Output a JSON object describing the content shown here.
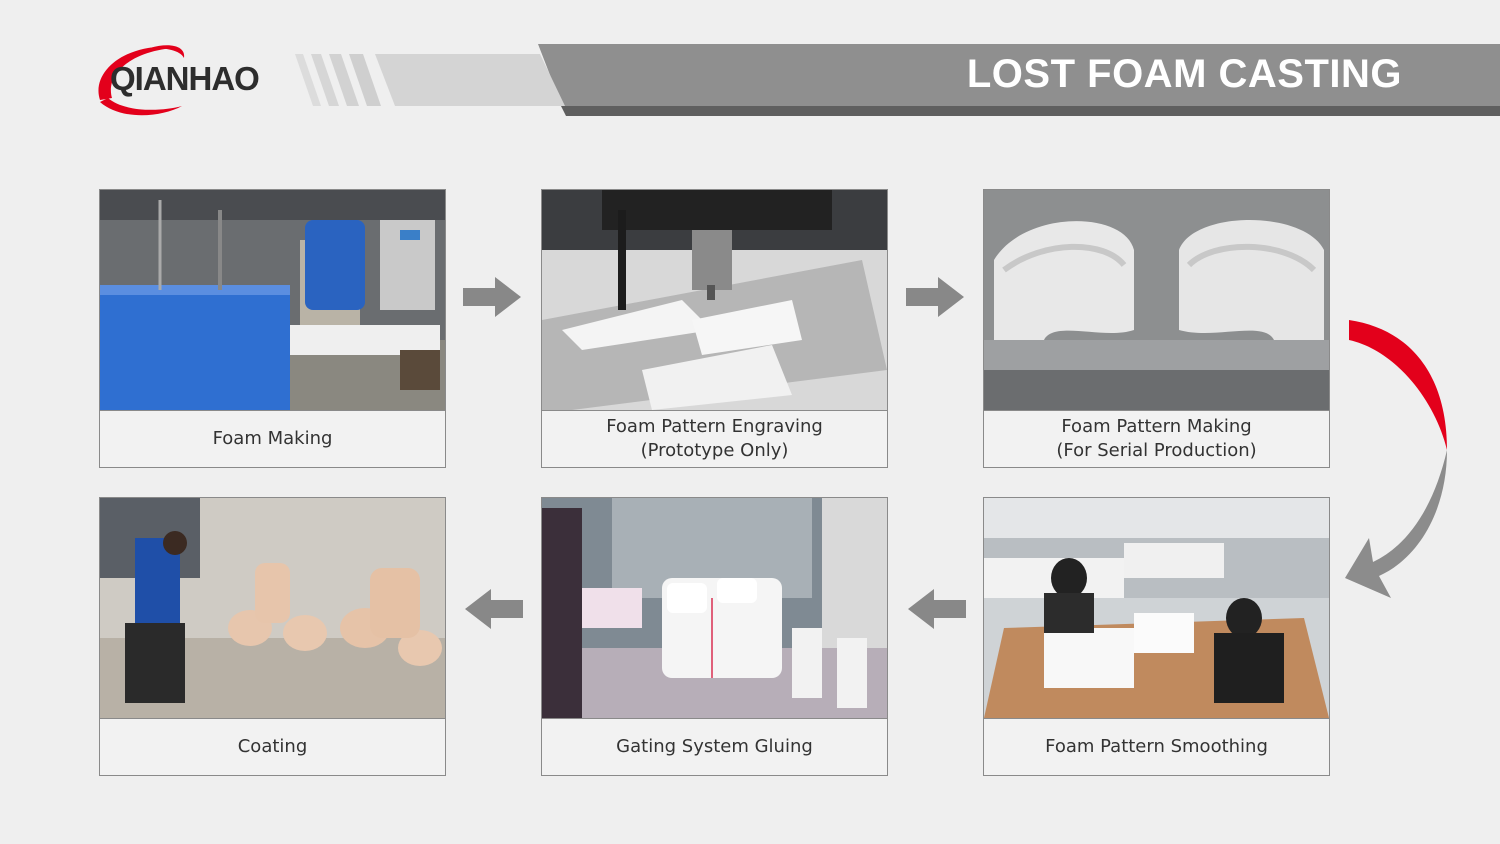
{
  "header": {
    "logo_text": "QIANHAO",
    "title": "LOST FOAM CASTING"
  },
  "steps": [
    {
      "name": "Foam Making",
      "lines": [
        "Foam Making"
      ]
    },
    {
      "name": "Foam Pattern Engraving",
      "lines": [
        "Foam Pattern Engraving",
        "(Prototype Only)"
      ]
    },
    {
      "name": "Foam Pattern Making",
      "lines": [
        "Foam Pattern Making",
        "(For Serial Production)"
      ]
    },
    {
      "name": "Coating",
      "lines": [
        "Coating"
      ]
    },
    {
      "name": "Gating System Gluing",
      "lines": [
        "Gating System Gluing"
      ]
    },
    {
      "name": "Foam Pattern Smoothing",
      "lines": [
        "Foam Pattern Smoothing"
      ]
    }
  ],
  "colors": {
    "brand_red": "#e3001b",
    "band_gray": "#8f8f8f",
    "arrow_gray": "#888888"
  }
}
